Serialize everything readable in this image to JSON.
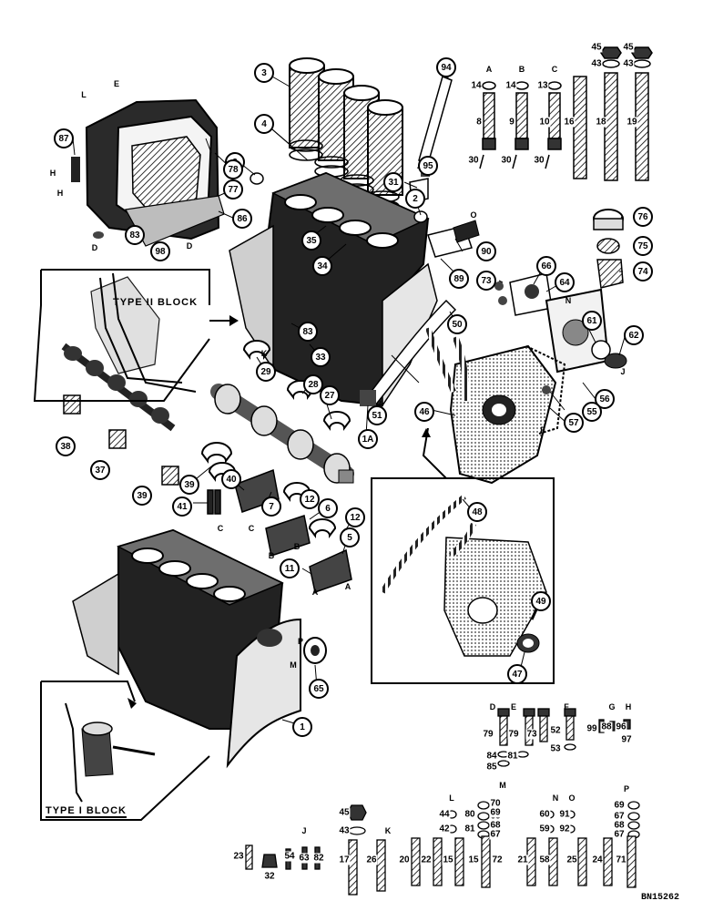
{
  "figure_code": "BN15262",
  "insets": {
    "type_ii": "TYPE II BLOCK",
    "type_i": "TYPE I BLOCK"
  },
  "callouts": {
    "c3": "3",
    "c4": "4",
    "c2a": "2",
    "c2b": "2",
    "c94": "94",
    "c95": "95",
    "c31": "31",
    "c87": "87",
    "c78": "78",
    "c77": "77",
    "c86": "86",
    "c83a": "83",
    "c98": "98",
    "c35": "35",
    "c34": "34",
    "c83b": "83",
    "c33": "33",
    "c90": "90",
    "c89": "89",
    "c76": "76",
    "c75": "75",
    "c74": "74",
    "c73": "73",
    "c66": "66",
    "c64": "64",
    "c61": "61",
    "c62": "62",
    "c56": "56",
    "c55": "55",
    "c57": "57",
    "c50": "50",
    "c51": "51",
    "c1A": "1A",
    "c46": "46",
    "c29": "29",
    "c28": "28",
    "c27": "27",
    "c38": "38",
    "c37": "37",
    "c39a": "39",
    "c39b": "39",
    "c40": "40",
    "c41": "41",
    "c7": "7",
    "c12a": "12",
    "c12b": "12",
    "c6": "6",
    "c5": "5",
    "c11": "11",
    "c48": "48",
    "c49": "49",
    "c47": "47",
    "c65": "65",
    "c1": "1"
  },
  "letters": {
    "topA": "A",
    "topB": "B",
    "topC": "C",
    "L": "L",
    "E": "E",
    "H1": "H",
    "H2": "H",
    "D1": "D",
    "D2": "D",
    "O": "O",
    "N": "N",
    "J": "J",
    "F": "F",
    "K": "K",
    "C1": "C",
    "C2": "C",
    "B1": "B",
    "B2": "B",
    "A1": "A",
    "A2": "A",
    "P": "P",
    "M": "M",
    "lD": "D",
    "lE": "E",
    "lF": "F",
    "lG": "G",
    "lH": "H",
    "lJ": "J",
    "lK": "K",
    "lL": "L",
    "lM": "M",
    "lN": "N",
    "lO": "O",
    "lP": "P"
  },
  "bolt_parts": {
    "p14a": "14",
    "p14b": "14",
    "p13": "13",
    "p8": "8",
    "p9": "9",
    "p10": "10",
    "p30a": "30",
    "p30b": "30",
    "p30c": "30",
    "p16": "16",
    "p18": "18",
    "p19": "19",
    "p45a": "45",
    "p45b": "45",
    "p43a": "43",
    "p43b": "43",
    "p79a": "79",
    "p79b": "79",
    "p73": "73",
    "p52": "52",
    "p53": "53",
    "p99": "99",
    "p88": "88",
    "p96": "96",
    "p97": "97",
    "p84": "84",
    "p85": "85",
    "p81": "81",
    "p45c": "45",
    "p43c": "43",
    "p44": "44",
    "p80": "80",
    "p42": "42",
    "p81b": "81",
    "p70": "70",
    "p68a": "68",
    "p67a": "67",
    "p69a": "69",
    "p68b": "68",
    "p60": "60",
    "p91": "91",
    "p59": "59",
    "p92": "92",
    "p69b": "69",
    "p67b": "67",
    "p68c": "68",
    "p67c": "67",
    "p23": "23",
    "p32": "32",
    "p54": "54",
    "p63": "63",
    "p82": "82",
    "p17": "17",
    "p26": "26",
    "p20": "20",
    "p22": "22",
    "p15a": "15",
    "p15b": "15",
    "p72": "72",
    "p21": "21",
    "p58": "58",
    "p25": "25",
    "p24": "24",
    "p71": "71"
  }
}
